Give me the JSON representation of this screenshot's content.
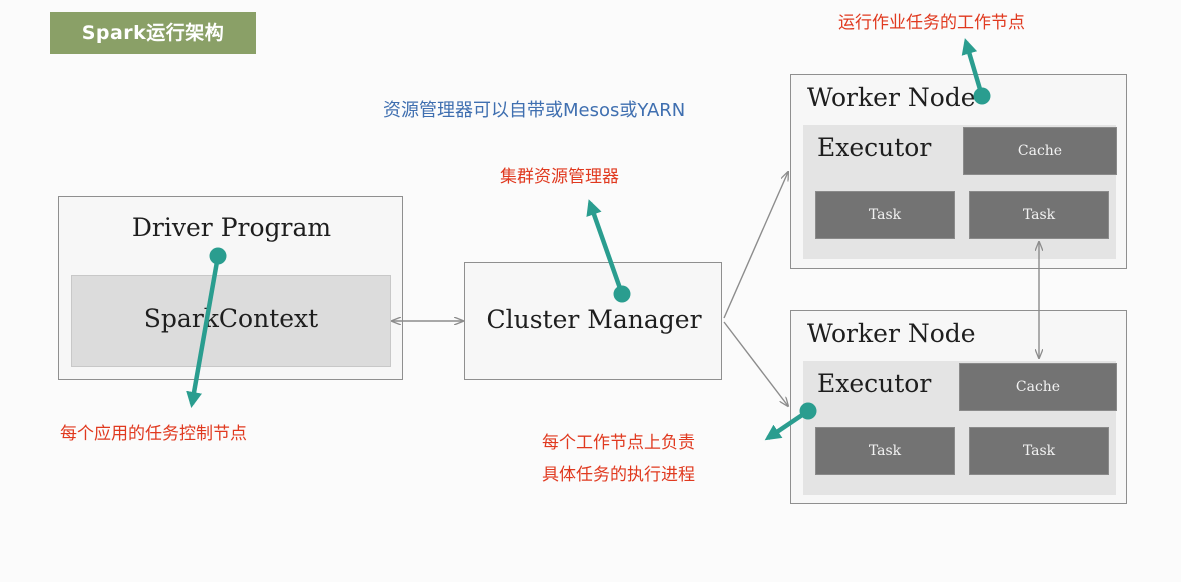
{
  "title": "Spark运行架构",
  "driver": {
    "title": "Driver Program",
    "context": "SparkContext"
  },
  "cluster_manager": {
    "title": "Cluster Manager"
  },
  "workers": [
    {
      "title": "Worker Node",
      "executor": "Executor",
      "cache": "Cache",
      "tasks": [
        "Task",
        "Task"
      ]
    },
    {
      "title": "Worker Node",
      "executor": "Executor",
      "cache": "Cache",
      "tasks": [
        "Task",
        "Task"
      ]
    }
  ],
  "annotations": {
    "worker_node": "运行作业任务的工作节点",
    "resource_manager_note": "资源管理器可以自带或Mesos或YARN",
    "cluster_manager": "集群资源管理器",
    "driver": "每个应用的任务控制节点",
    "executor_line1": "每个工作节点上负责",
    "executor_line2": "具体任务的执行进程"
  },
  "colors": {
    "title_badge": "#8aa067",
    "annotation_red": "#e0391f",
    "annotation_blue": "#3f6fb0",
    "pointer_teal": "#2a9d8f",
    "dark_box": "#737373"
  }
}
